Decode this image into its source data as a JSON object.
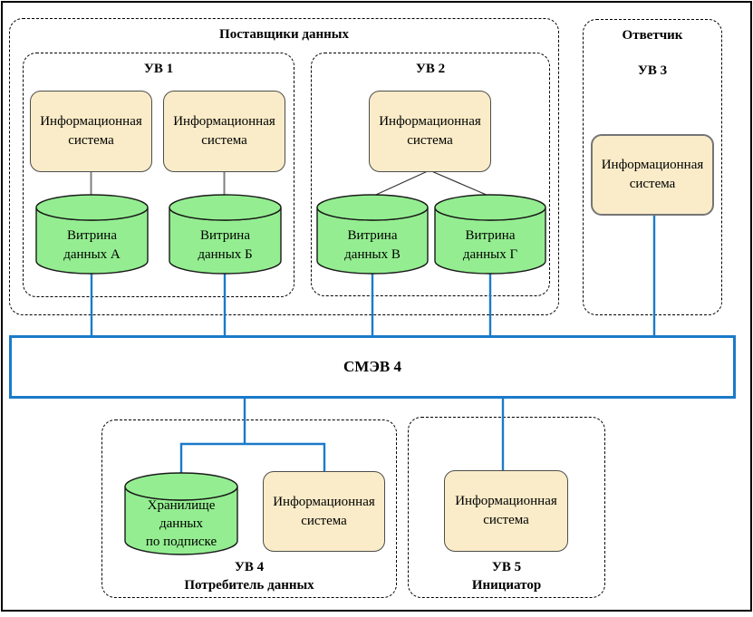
{
  "colors": {
    "accent_blue": "#1B7AC9",
    "node_fill": "#FAECC8",
    "node_border": "#4D4D4D",
    "uv3_node_border": "#757575",
    "cylinder_fill": "#94EE91",
    "cylinder_border": "#1A1A1A",
    "connector_gray": "#808080",
    "connector_dark": "#333333",
    "dashed_border": "#000000"
  },
  "providers": {
    "label": "Поставщики данных",
    "uv1": {
      "label": "УВ 1",
      "system_a": {
        "label": "Информационная\nсистема"
      },
      "system_b": {
        "label": "Информационная\nсистема"
      },
      "datamart_a": {
        "label": "Витрина\nданных А"
      },
      "datamart_b": {
        "label": "Витрина\nданных Б"
      }
    },
    "uv2": {
      "label": "УВ 2",
      "system": {
        "label": "Информационная\nсистема"
      },
      "datamart_v": {
        "label": "Витрина\nданных В"
      },
      "datamart_g": {
        "label": "Витрина\nданных Г"
      }
    }
  },
  "responder": {
    "label": "Ответчик",
    "uv3_label": "УВ 3",
    "system": {
      "label": "Информационная\nсистема"
    }
  },
  "smev": {
    "label": "СМЭВ 4"
  },
  "consumer": {
    "uv4_label": "УВ 4",
    "role_label": "Потребитель данных",
    "storage": {
      "label": "Хранилище\nданных\nпо подписке"
    },
    "system": {
      "label": "Информационная\nсистема"
    }
  },
  "initiator": {
    "uv5_label": "УВ 5",
    "role_label": "Инициатор",
    "system": {
      "label": "Информационная\nсистема"
    }
  }
}
